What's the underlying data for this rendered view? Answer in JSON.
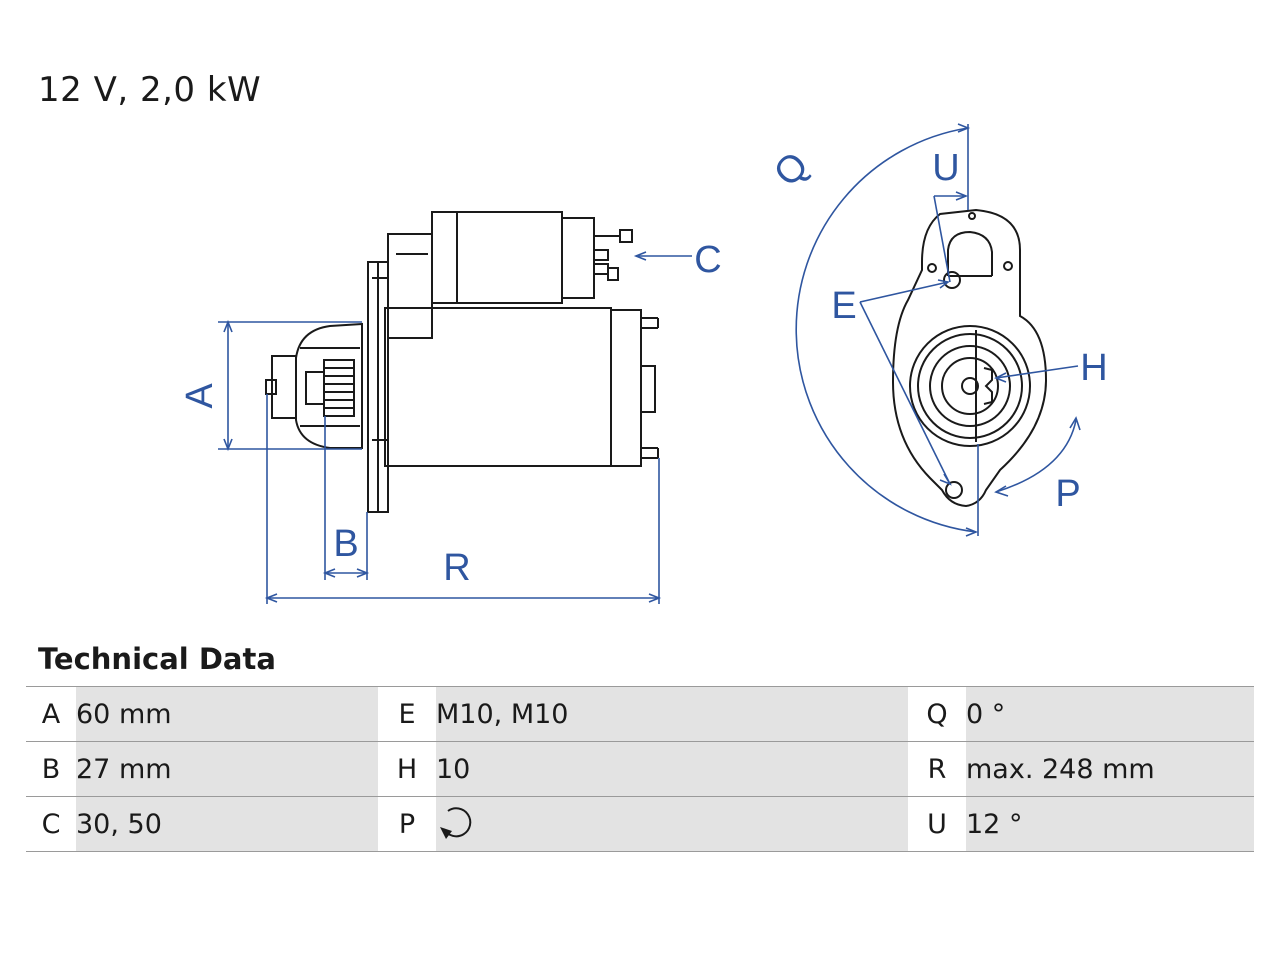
{
  "header": {
    "voltage_power": "12 V, 2,0 kW"
  },
  "drawing": {
    "labels": {
      "A": "A",
      "B": "B",
      "C": "C",
      "R": "R",
      "E": "E",
      "H": "H",
      "P": "P",
      "Q": "Q",
      "U": "U"
    },
    "dimension_color": "#2f56a0",
    "outline_color": "#1a1a1a"
  },
  "technical_data": {
    "title": "Technical Data",
    "rows": [
      {
        "k1": "A",
        "v1": "60 mm",
        "k2": "E",
        "v2": "M10, M10",
        "k3": "Q",
        "v3": "0 °"
      },
      {
        "k1": "B",
        "v1": "27 mm",
        "k2": "H",
        "v2": "10",
        "k3": "R",
        "v3": "max. 248 mm"
      },
      {
        "k1": "C",
        "v1": "30, 50",
        "k2": "P",
        "v2_icon": "clockwise-rotation-icon",
        "k3": "U",
        "v3": "12 °"
      }
    ]
  }
}
